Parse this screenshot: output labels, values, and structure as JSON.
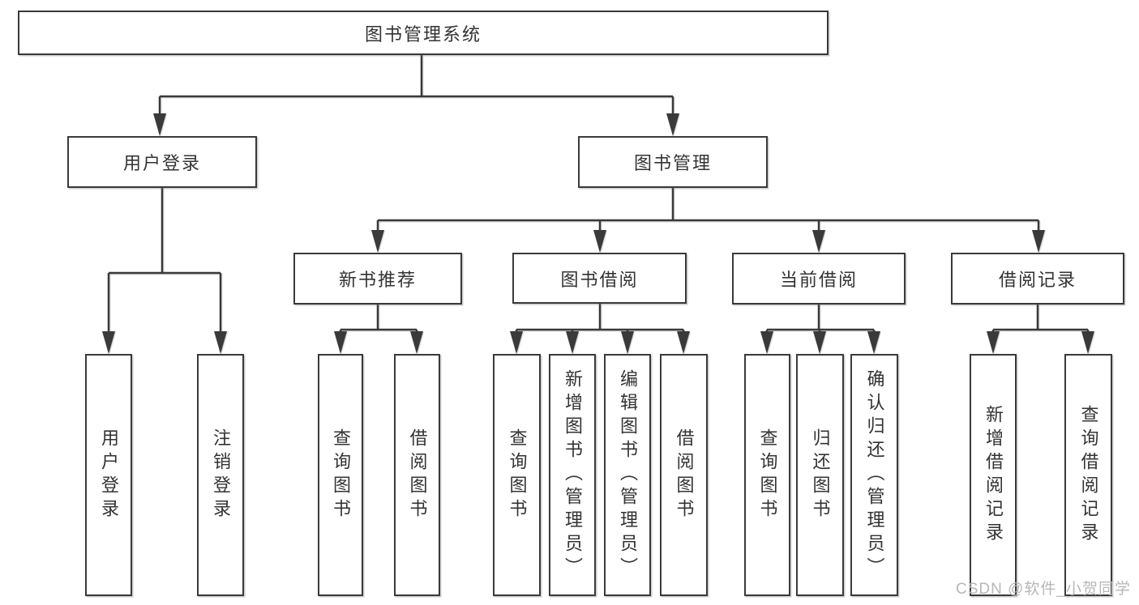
{
  "tree": {
    "root": {
      "label": "图书管理系统"
    },
    "branches": [
      {
        "label": "用户登录",
        "children": [
          {
            "label": "用户登录"
          },
          {
            "label": "注销登录"
          }
        ]
      },
      {
        "label": "图书管理",
        "children": [
          {
            "label": "新书推荐",
            "children": [
              {
                "label": "查询图书"
              },
              {
                "label": "借阅图书"
              }
            ]
          },
          {
            "label": "图书借阅",
            "children": [
              {
                "label": "查询图书"
              },
              {
                "label": "新增图书（管理员）"
              },
              {
                "label": "编辑图书（管理员）"
              },
              {
                "label": "借阅图书"
              }
            ]
          },
          {
            "label": "当前借阅",
            "children": [
              {
                "label": "查询图书"
              },
              {
                "label": "归还图书"
              },
              {
                "label": "确认归还（管理员）"
              }
            ]
          },
          {
            "label": "借阅记录",
            "children": [
              {
                "label": "新增借阅记录"
              },
              {
                "label": "查询借阅记录"
              }
            ]
          }
        ]
      }
    ]
  },
  "watermark": {
    "text": "CSDN @软件_小贺同学"
  },
  "colors": {
    "line": "#3a3a3a",
    "text": "#333333",
    "bg": "#ffffff",
    "watermark": "#b7b7b7"
  }
}
